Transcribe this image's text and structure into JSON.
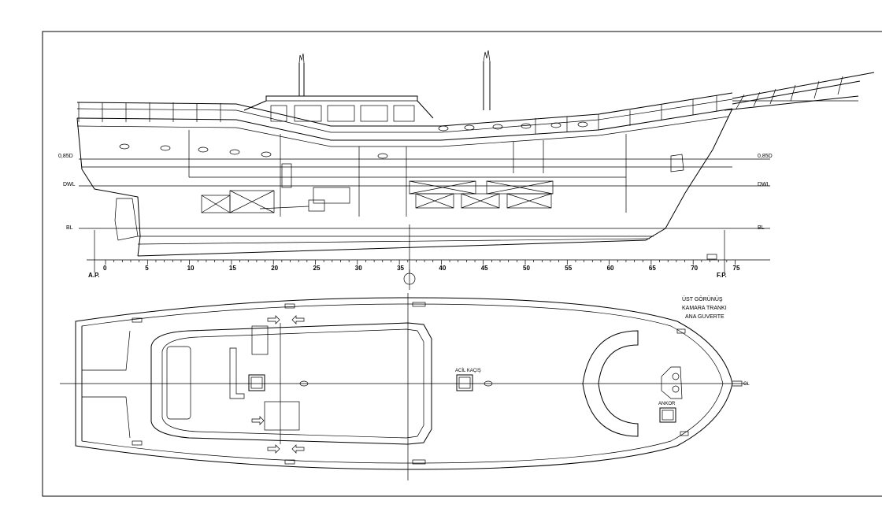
{
  "waterlines": {
    "d085_left": "0,85D",
    "d085_right": "0,85D",
    "dwl_left": "DWL",
    "dwl_right": "DWL",
    "bl_left": "BL",
    "bl_right": "BL"
  },
  "stations": {
    "ap_label": "A.P.",
    "fp_label": "F.P.",
    "numbers": [
      "0",
      "5",
      "10",
      "15",
      "20",
      "25",
      "30",
      "35",
      "40",
      "45",
      "50",
      "55",
      "60",
      "65",
      "70",
      "75"
    ]
  },
  "plan_title": {
    "line1": "ÜST GÖRÜNÜŞ",
    "line2": "KAMARA TRANKI",
    "line3": "ANA GUVERTE"
  },
  "deck_labels": {
    "acil_kacis": "ACİL KAÇIŞ",
    "ambar": "ANKOR",
    "cl": "CL"
  },
  "colors": {
    "ink": "#000000",
    "paper": "#ffffff"
  }
}
